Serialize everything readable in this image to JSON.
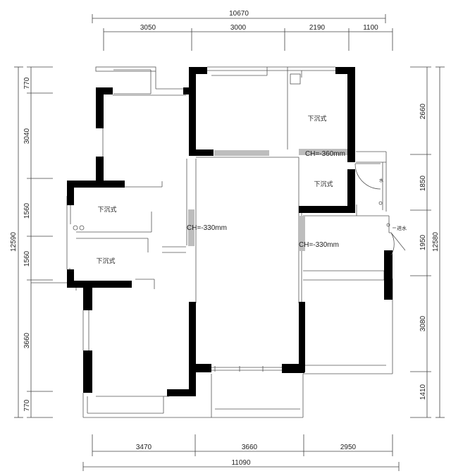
{
  "dimensions": {
    "top_overall": "10670",
    "top": [
      "3050",
      "3000",
      "2190",
      "1100"
    ],
    "bottom_overall": "11090",
    "bottom": [
      "3470",
      "3660",
      "2950"
    ],
    "left_overall": "12590",
    "left": [
      "770",
      "3040",
      "1560",
      "1560",
      "3660",
      "770"
    ],
    "right_overall": "12580",
    "right": [
      "2660",
      "1850",
      "1950",
      "3080",
      "1410"
    ]
  },
  "rooms": {
    "sunken_upper_right": "下沉式",
    "sunken_mid_right": "下沉式",
    "sunken_left_upper": "下沉式",
    "sunken_left_lower": "下沉式"
  },
  "ceiling_heights": {
    "upper_right": "CH=-360mm",
    "center": "CH=-330mm",
    "right_hall": "CH=-330mm"
  },
  "annotations": {
    "tank_label": "水",
    "stub_label": "进水"
  },
  "colors": {
    "wall": "#000000",
    "hatch": "#bdbdbd",
    "line": "#555555"
  }
}
